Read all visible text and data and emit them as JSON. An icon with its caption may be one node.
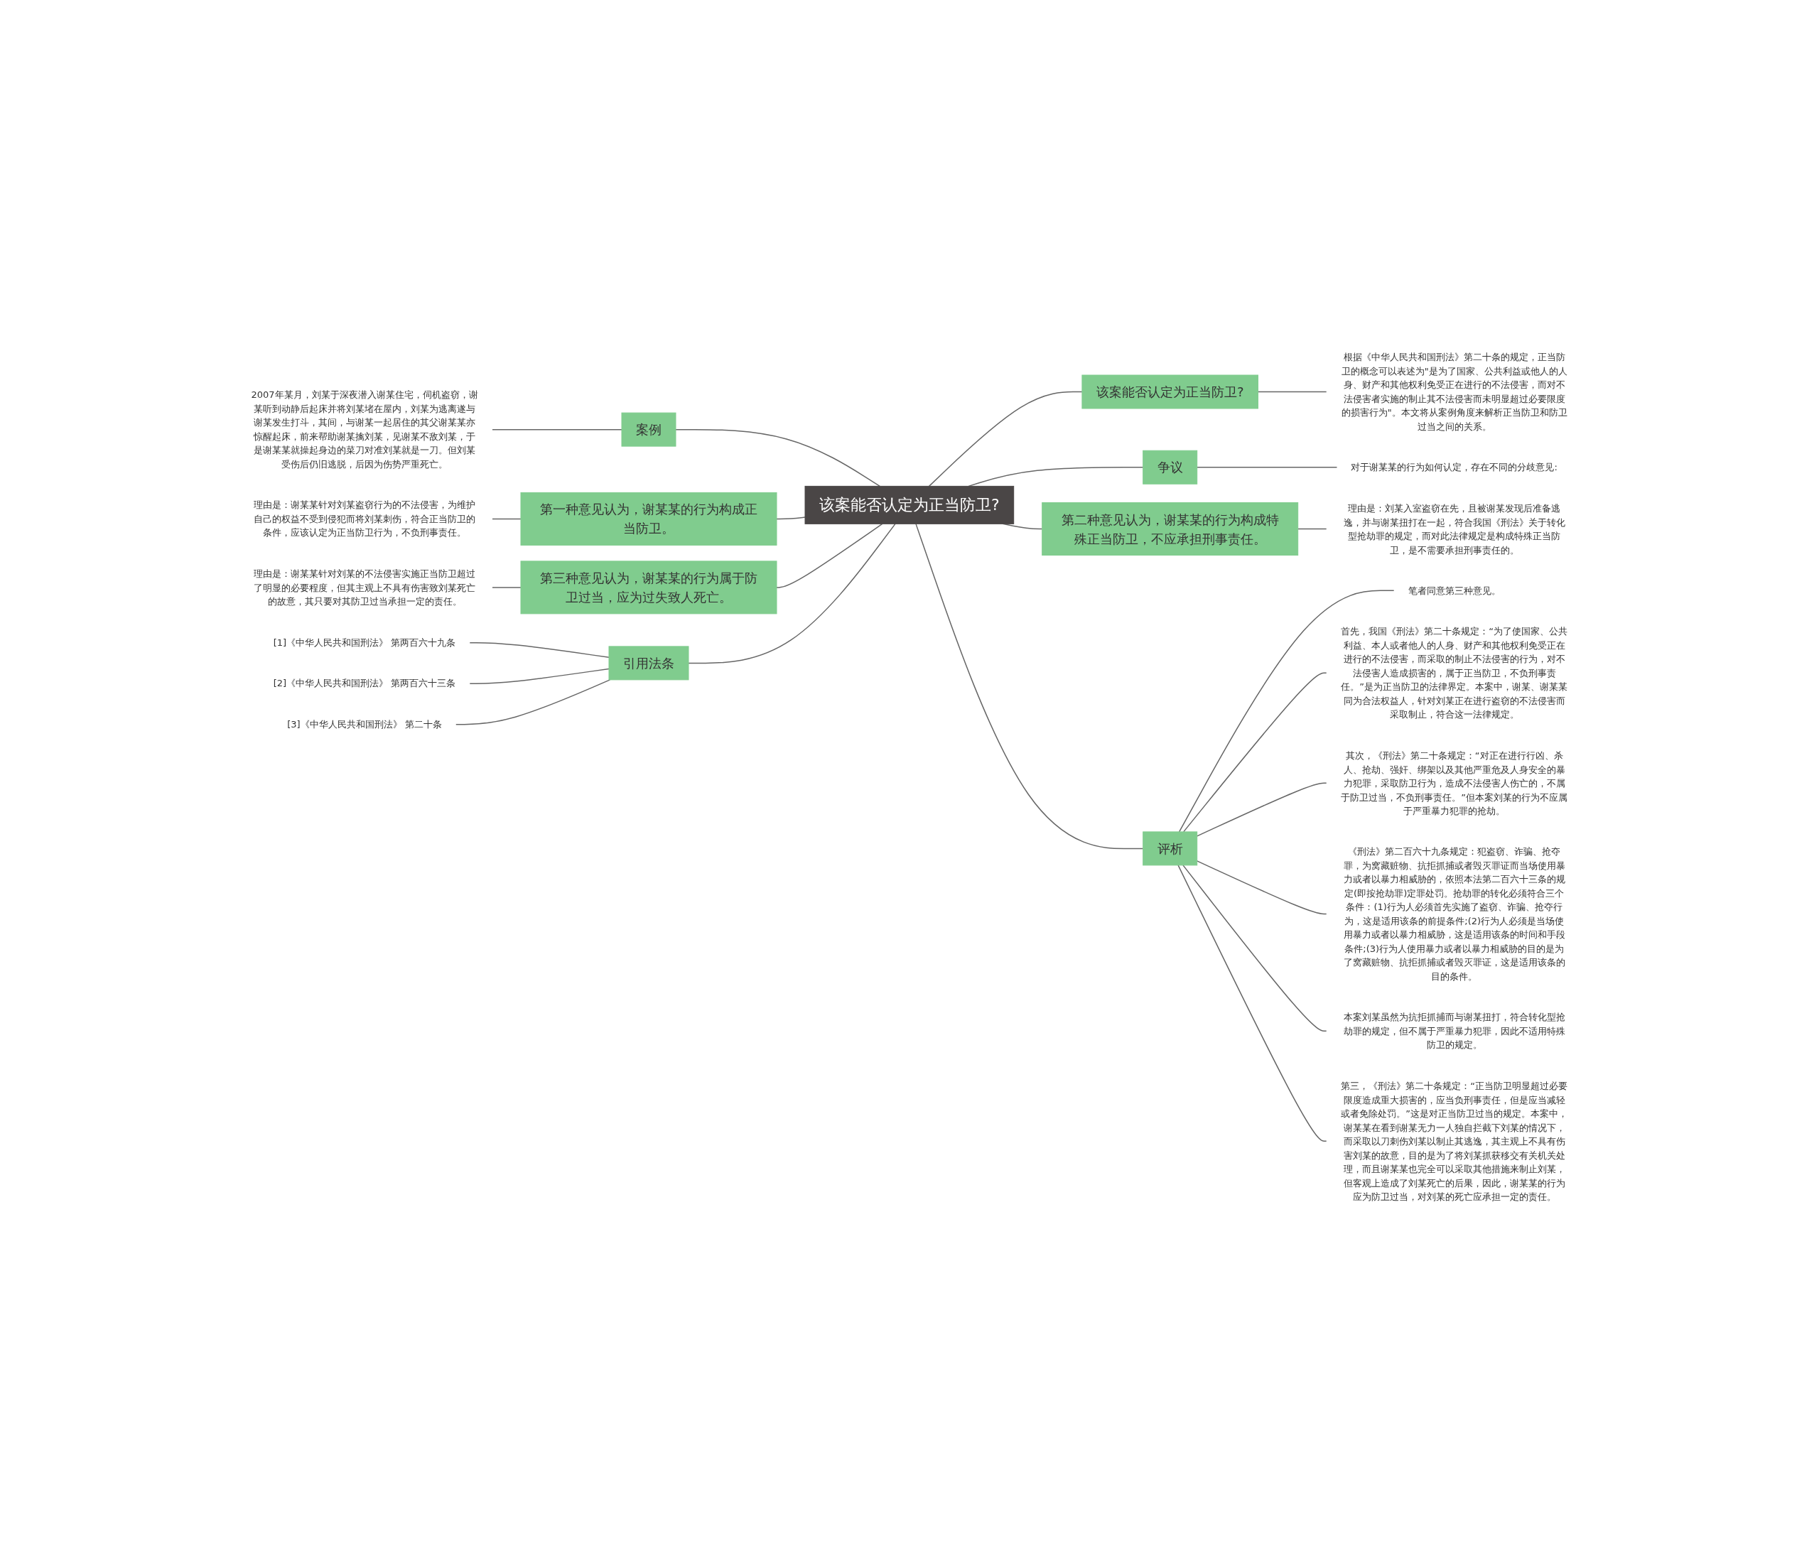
{
  "diagram": {
    "nodes": [
      {
        "text": [
          "该案能否认定为正当防卫?"
        ]
      },
      {
        "text": [
          "该案能否认定为正当防卫?"
        ]
      },
      {
        "text": [
          "根据《中华人民共和国刑法》第二十条的规定，正当防卫的概念可以表述为\"是为了国家、公共利益或他人的人身、财产和其他权利免受正在进行的不法侵害，而对不法侵害者实施的制止其不法侵害而未明显超过必要限度的损害行为\"。本文将从案例角度来解析正当防卫和防卫过当之间的关系。"
        ]
      },
      {
        "text": [
          "争议"
        ]
      },
      {
        "text": [
          "对于谢某某的行为如何认定，存在不同的分歧意见:"
        ]
      },
      {
        "text": [
          "第二种意见认为，谢某某的行为构成特殊正当防卫，不应承担刑事责任。"
        ]
      },
      {
        "text": [
          "理由是：刘某入室盗窃在先，且被谢某发现后准备逃逸，并与谢某扭打在一起，符合我国《刑法》关于转化型抢劫罪的规定，而对此法律规定是构成特殊正当防卫，是不需要承担刑事责任的。"
        ]
      },
      {
        "text": [
          "评析"
        ]
      },
      {
        "text": [
          "笔者同意第三种意见。"
        ]
      },
      {
        "text": [
          "首先，我国《刑法》第二十条规定：“为了使国家、公共利益、本人或者他人的人身、财产和其他权利免受正在进行的不法侵害，而采取的制止不法侵害的行为，对不法侵害人造成损害的，属于正当防卫，不负刑事责任。”是为正当防卫的法律界定。本案中，谢某、谢某某同为合法权益人，针对刘某正在进行盗窃的不法侵害而采取制止，符合这一法律规定。"
        ]
      },
      {
        "text": [
          "其次，《刑法》第二十条规定：“对正在进行行凶、杀人、抢劫、强奸、绑架以及其他严重危及人身安全的暴力犯罪，采取防卫行为，造成不法侵害人伤亡的，不属于防卫过当，不负刑事责任。”但本案刘某的行为不应属于严重暴力犯罪的抢劫。"
        ]
      },
      {
        "text": [
          "《刑法》第二百六十九条规定：犯盗窃、诈骗、抢夺罪，为窝藏赃物、抗拒抓捕或者毁灭罪证而当场使用暴力或者以暴力相威胁的，依照本法第二百六十三条的规定(即按抢劫罪)定罪处罚。抢劫罪的转化必须符合三个条件：(1)行为人必须首先实施了盗窃、诈骗、抢夺行为，这是适用该条的前提条件;(2)行为人必须是当场使用暴力或者以暴力相威胁，这是适用该条的时间和手段条件;(3)行为人使用暴力或者以暴力相威胁的目的是为了窝藏赃物、抗拒抓捕或者毁灭罪证，这是适用该条的目的条件。"
        ]
      },
      {
        "text": [
          "本案刘某虽然为抗拒抓捕而与谢某扭打，符合转化型抢劫罪的规定，但不属于严重暴力犯罪，因此不适用特殊防卫的规定。"
        ]
      },
      {
        "text": [
          "第三，《刑法》第二十条规定：“正当防卫明显超过必要限度造成重大损害的，应当负刑事责任，但是应当减轻或者免除处罚。”这是对正当防卫过当的规定。本案中，谢某某在看到谢某无力一人独自拦截下刘某的情况下，而采取以刀刺伤刘某以制止其逃逸，其主观上不具有伤害刘某的故意，目的是为了将刘某抓获移交有关机关处理，而且谢某某也完全可以采取其他措施来制止刘某，但客观上造成了刘某死亡的后果，因此，谢某某的行为应为防卫过当，对刘某的死亡应承担一定的责任。"
        ]
      },
      {
        "text": [
          "案例"
        ]
      },
      {
        "text": [
          "2007年某月，刘某于深夜潜入谢某住宅，伺机盗窃，谢某听到动静后起床并将刘某堵在屋内，刘某为逃离遂与谢某发生打斗，其间，与谢某一起居住的其父谢某某亦惊醒起床，前来帮助谢某擒刘某，见谢某不敌刘某，于是谢某某就操起身边的菜刀对准刘某就是一刀。但刘某受伤后仍旧逃脱，后因为伤势严重死亡。"
        ]
      },
      {
        "text": [
          "第一种意见认为，谢某某的行为构成正当防卫。"
        ]
      },
      {
        "text": [
          "理由是：谢某某针对刘某盗窃行为的不法侵害，为维护自己的权益不受到侵犯而将刘某刺伤，符合正当防卫的条件，应该认定为正当防卫行为，不负刑事责任。"
        ]
      },
      {
        "text": [
          "第三种意见认为，谢某某的行为属于防卫过当，应为过失致人死亡。"
        ]
      },
      {
        "text": [
          "理由是：谢某某针对刘某的不法侵害实施正当防卫超过了明显的必要程度，但其主观上不具有伤害致刘某死亡的故意，其只要对其防卫过当承担一定的责任。"
        ]
      },
      {
        "text": [
          "引用法条"
        ]
      },
      {
        "text": [
          "[1]《中华人民共和国刑法》 第两百六十九条"
        ]
      },
      {
        "text": [
          "[2]《中华人民共和国刑法》 第两百六十三条"
        ]
      },
      {
        "text": [
          "[3]《中华人民共和国刑法》 第二十条"
        ]
      }
    ],
    "edges": [
      {
        "from": 0,
        "to": 1,
        "arrow": "none"
      },
      {
        "from": 1,
        "to": 2,
        "arrow": "none"
      },
      {
        "from": 0,
        "to": 3,
        "arrow": "none"
      },
      {
        "from": 3,
        "to": 4,
        "arrow": "none"
      },
      {
        "from": 0,
        "to": 5,
        "arrow": "none"
      },
      {
        "from": 5,
        "to": 6,
        "arrow": "none"
      },
      {
        "from": 0,
        "to": 7,
        "arrow": "none"
      },
      {
        "from": 7,
        "to": 8,
        "arrow": "none"
      },
      {
        "from": 7,
        "to": 9,
        "arrow": "none"
      },
      {
        "from": 7,
        "to": 10,
        "arrow": "none"
      },
      {
        "from": 7,
        "to": 11,
        "arrow": "none"
      },
      {
        "from": 7,
        "to": 12,
        "arrow": "none"
      },
      {
        "from": 7,
        "to": 13,
        "arrow": "none"
      },
      {
        "from": 0,
        "to": 14,
        "arrow": "none"
      },
      {
        "from": 14,
        "to": 15,
        "arrow": "none"
      },
      {
        "from": 0,
        "to": 16,
        "arrow": "none"
      },
      {
        "from": 16,
        "to": 17,
        "arrow": "none"
      },
      {
        "from": 0,
        "to": 18,
        "arrow": "none"
      },
      {
        "from": 18,
        "to": 19,
        "arrow": "none"
      },
      {
        "from": 0,
        "to": 20,
        "arrow": "none"
      },
      {
        "from": 20,
        "to": 21,
        "arrow": "none"
      },
      {
        "from": 20,
        "to": 22,
        "arrow": "none"
      },
      {
        "from": 20,
        "to": 23,
        "arrow": "none"
      }
    ]
  }
}
